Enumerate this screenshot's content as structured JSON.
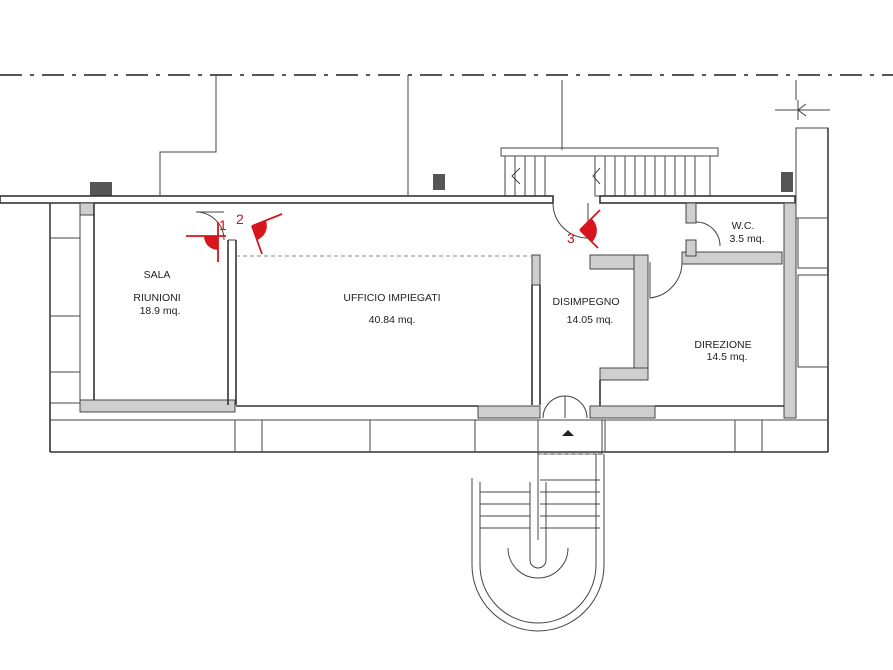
{
  "rooms": {
    "sala_line1": "SALA",
    "sala_line2": "RIUNIONI",
    "sala_area": "18.9 mq.",
    "ufficio_name": "UFFICIO IMPIEGATI",
    "ufficio_area": "40.84 mq.",
    "disimpegno_name": "DISIMPEGNO",
    "disimpegno_area": "14.05 mq.",
    "wc_name": "W.C.",
    "wc_area": "3.5 mq.",
    "direzione_name": "DIREZIONE",
    "direzione_area": "14.5 mq."
  },
  "photo_markers": [
    "1",
    "2",
    "3"
  ],
  "colors": {
    "walls": "#333333",
    "markers": "#d6151c",
    "hatch": "#cfcfcf"
  }
}
